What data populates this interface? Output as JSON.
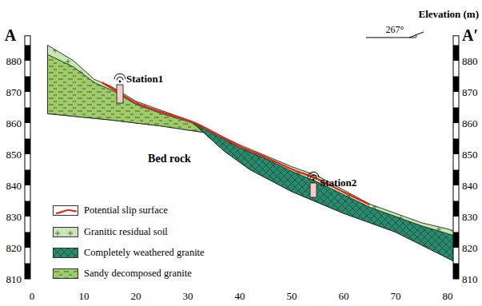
{
  "diagram": {
    "labels": [
      "A",
      "A′",
      "Elevation (m)",
      "267°",
      "Station1",
      "Station2",
      "Bed rock",
      "880",
      "870",
      "860",
      "850",
      "840",
      "830",
      "820",
      "810",
      "880",
      "870",
      "860",
      "850",
      "840",
      "830",
      "820",
      "810",
      "0",
      "10",
      "20",
      "30",
      "40",
      "50",
      "60",
      "70",
      "80"
    ],
    "legend": [
      {
        "text": "Potential slip surface"
      },
      {
        "text": "Granitic residual soil",
        "color": "#c8e4b8"
      },
      {
        "text": "Completely weathered granite",
        "color": "#2a8a6e"
      },
      {
        "text": "Sandy decomposed granite",
        "color": "#9fcb6b"
      }
    ]
  }
}
